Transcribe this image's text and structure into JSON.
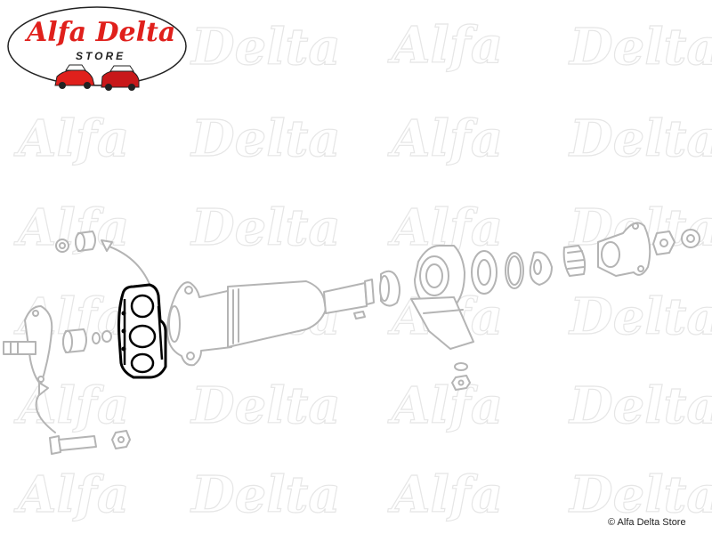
{
  "logo": {
    "brand": "Alfa Delta",
    "sub": "STORE"
  },
  "watermark": {
    "word1": "Alfa",
    "word2": "Delta"
  },
  "copyright": "© Alfa Delta Store",
  "colors": {
    "brand_red": "#e0201c",
    "part_gray": "#b4b4b4",
    "highlight": "#000000",
    "watermark": "#e6e6e6"
  }
}
